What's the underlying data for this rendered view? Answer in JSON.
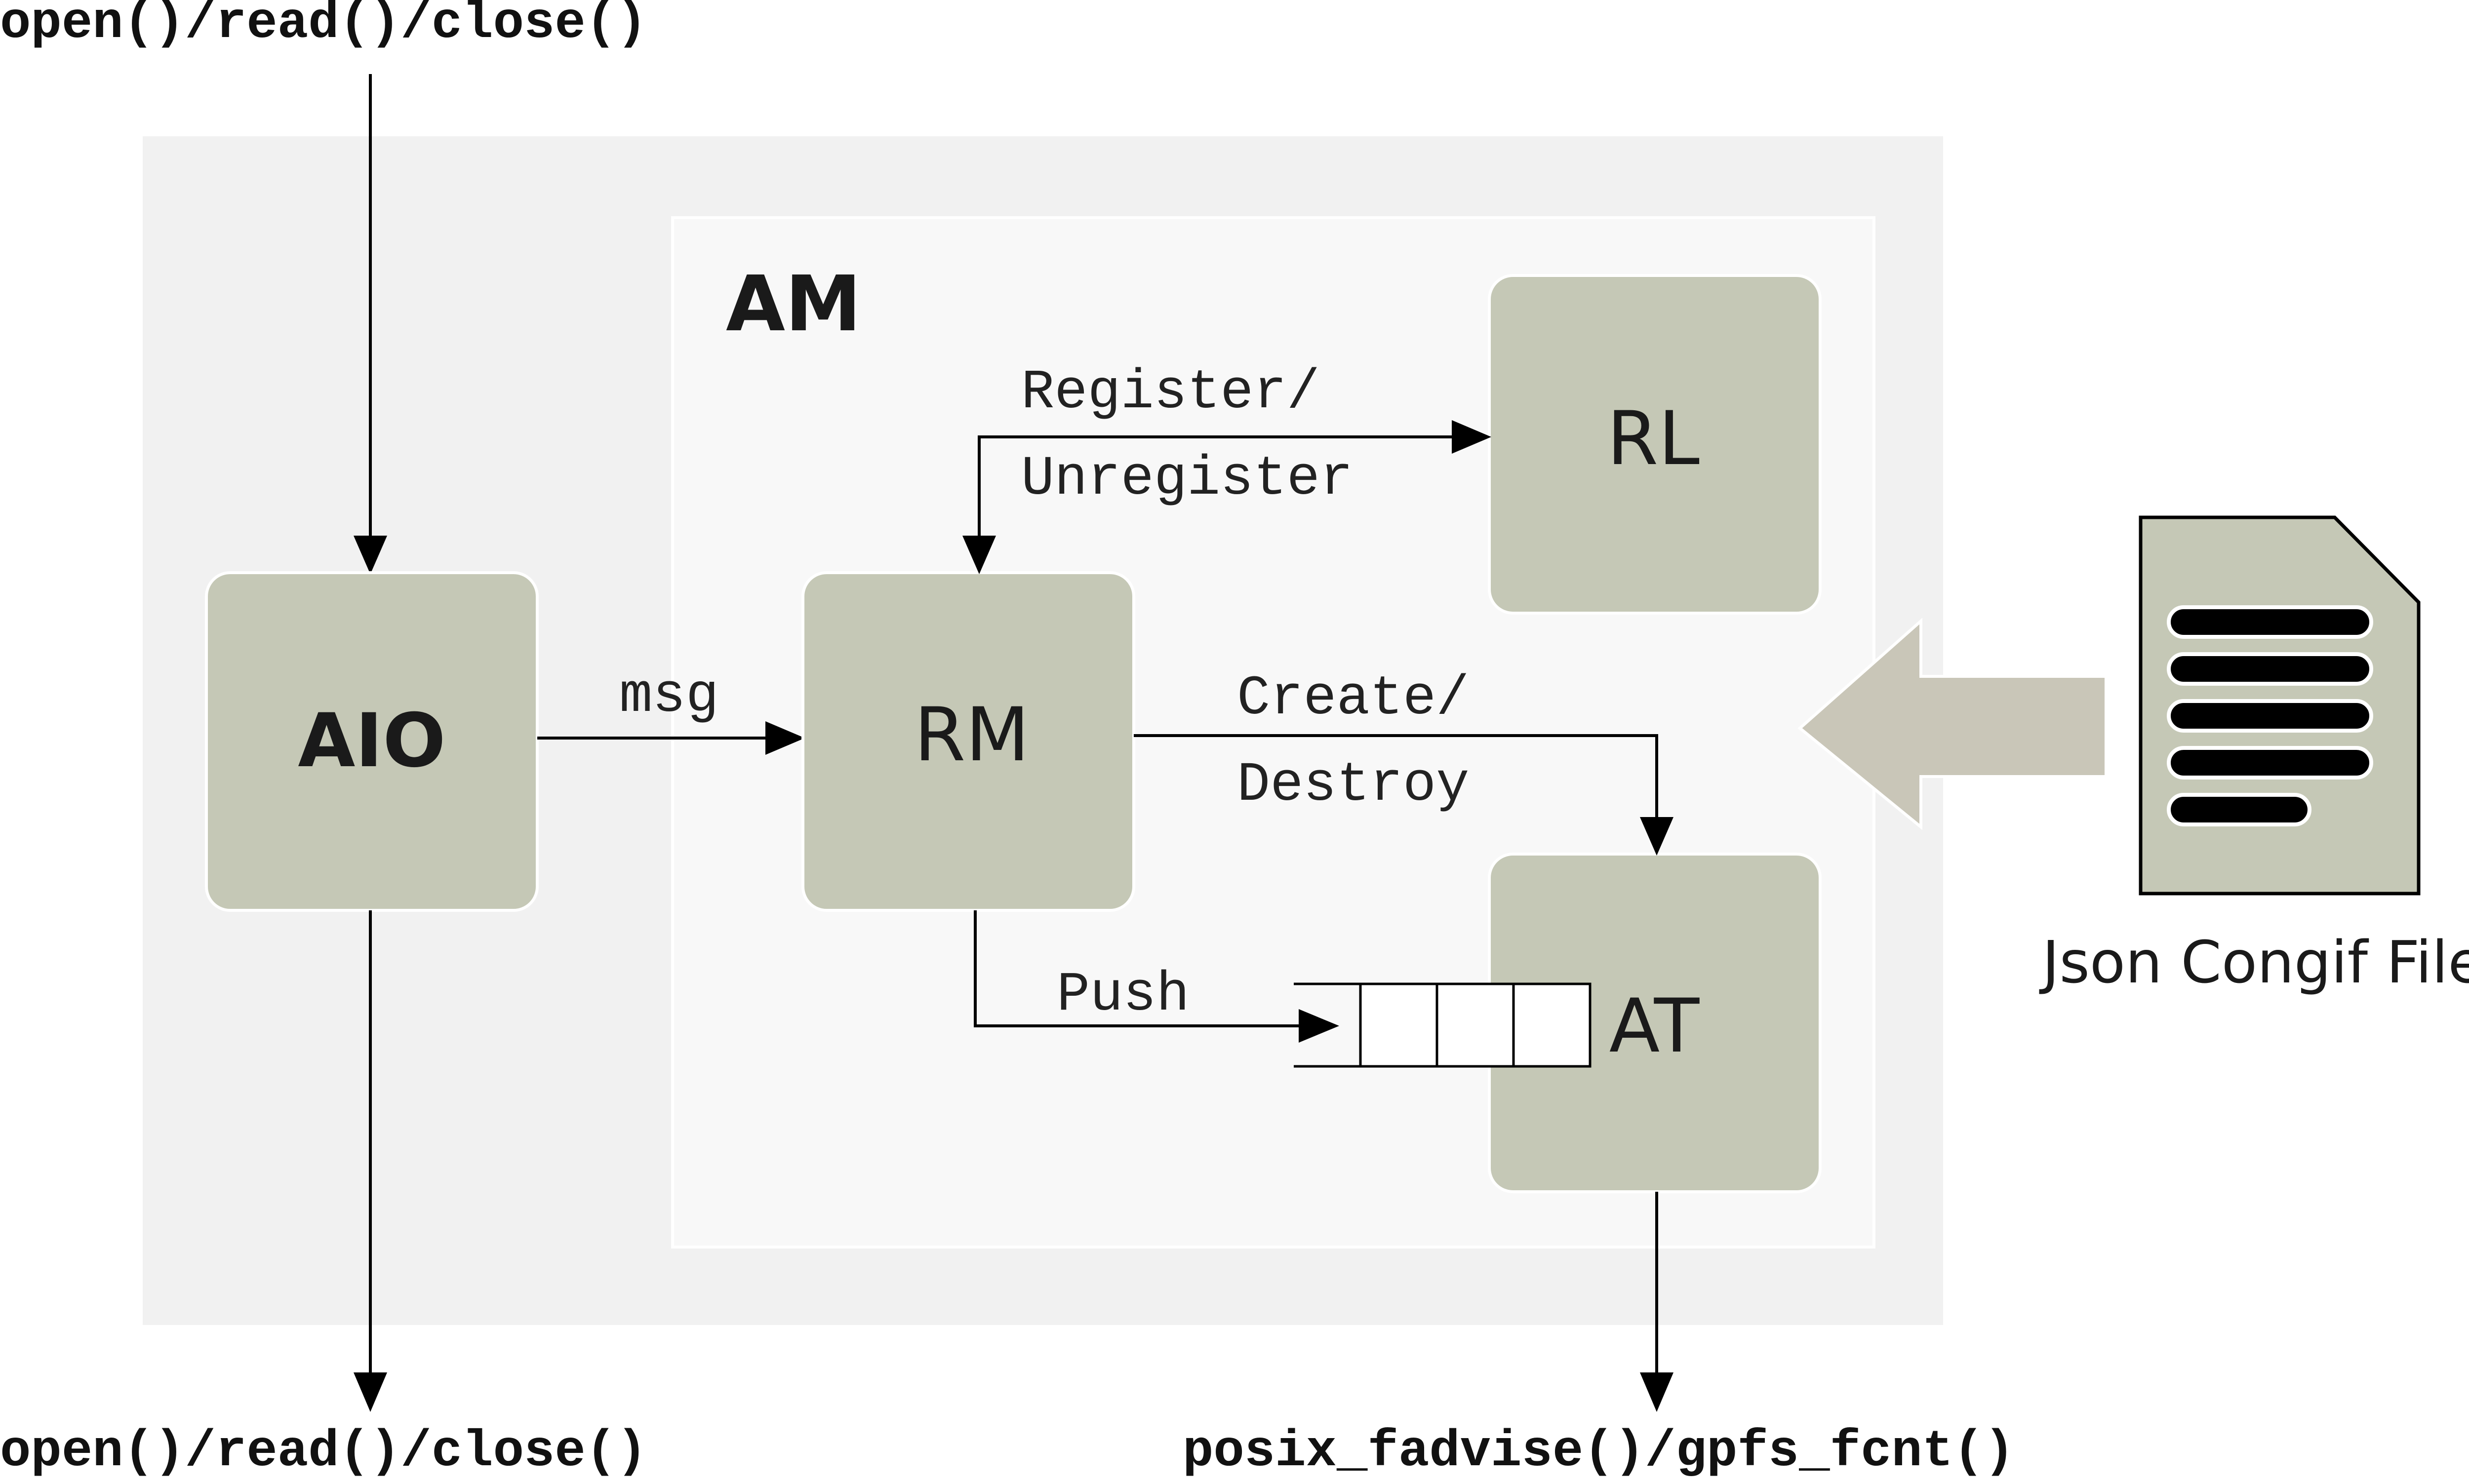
{
  "io": {
    "top_label": "open()/read()/close()",
    "bottom_left_label": "open()/read()/close()",
    "bottom_right_label": "posix_fadvise()/gpfs_fcnt()"
  },
  "am": {
    "title": "AM"
  },
  "blocks": {
    "aio": "AIO",
    "rm": "RM",
    "rl": "RL",
    "at": "AT"
  },
  "edges": {
    "msg": "msg",
    "register_line1": "Register/",
    "register_line2": "Unregister",
    "create_line1": "Create/",
    "create_line2": "Destroy",
    "push": "Push"
  },
  "config_file": {
    "label": "Json Congif File"
  },
  "colors": {
    "outer_panel": "#f1f1f1",
    "am_panel": "#f8f8f8",
    "block_fill": "#c5c8b6",
    "big_arrow": "#c9c6b8",
    "line": "#000000"
  }
}
